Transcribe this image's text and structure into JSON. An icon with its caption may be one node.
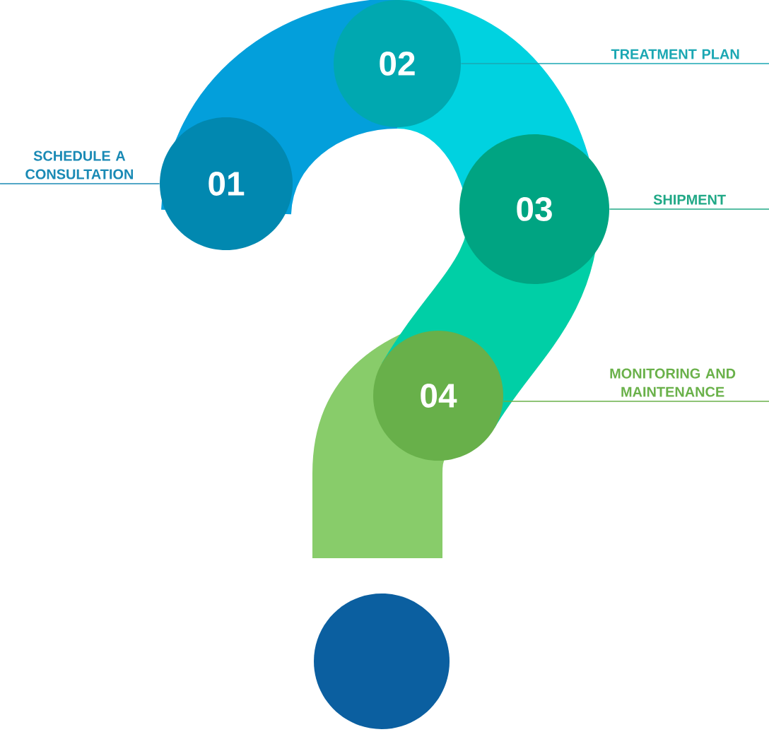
{
  "diagram": {
    "nodes": [
      {
        "text": [
          "01"
        ]
      },
      {
        "text": [
          "SCHEDULE A CONSULTATION"
        ]
      },
      {
        "text": [
          "02"
        ]
      },
      {
        "text": [
          "TREATMENT PLAN"
        ]
      },
      {
        "text": [
          "03"
        ]
      },
      {
        "text": [
          "SHIPMENT"
        ]
      },
      {
        "text": [
          "04"
        ]
      },
      {
        "text": [
          "MONITORING AND MAINTENANCE"
        ]
      }
    ],
    "edges": [
      {
        "from": 1,
        "to": 0,
        "arrow": "none",
        "color": "#1a8ab5"
      },
      {
        "from": 3,
        "to": 2,
        "arrow": "none",
        "color": "#1ba7b3"
      },
      {
        "from": 5,
        "to": 4,
        "arrow": "none",
        "color": "#20a886"
      },
      {
        "from": 7,
        "to": 6,
        "arrow": "none",
        "color": "#6ab14a"
      }
    ]
  }
}
